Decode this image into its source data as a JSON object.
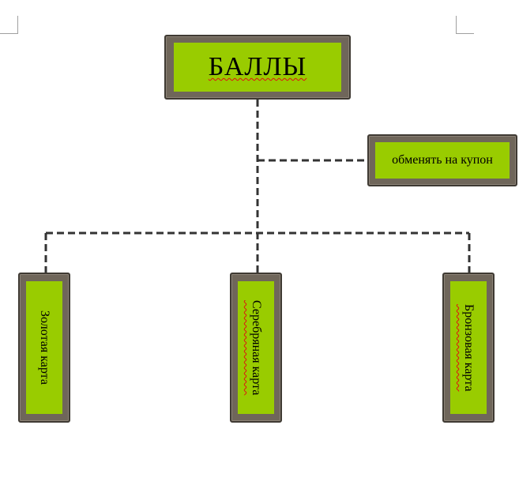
{
  "diagram": {
    "root": {
      "label": "БАЛЛЫ"
    },
    "side": {
      "label": "обменять на купон"
    },
    "children": [
      {
        "label": "Золотая карта"
      },
      {
        "label": "Серебряная карта"
      },
      {
        "label": "Бронзовая карта"
      }
    ],
    "colors": {
      "box_fill": "#99cc00",
      "box_frame": "#6f665a",
      "connector": "#333333",
      "spellcheck_underline": "#e01010"
    },
    "connector_style": "dashed"
  }
}
